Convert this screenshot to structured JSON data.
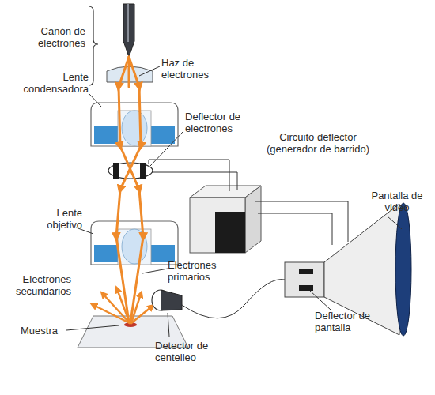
{
  "diagram": {
    "labels": [
      "Cañón de electrones",
      "Haz de electrones",
      "Lente condensadora",
      "Deflector de electrones",
      "Circuito deflector (generador de barrido)",
      "Pantalla de video",
      "Lente objetivo",
      "Electrones primarios",
      "Electrones secundarios",
      "Muestra",
      "Detector de centelleo",
      "Deflector de pantalla"
    ]
  }
}
